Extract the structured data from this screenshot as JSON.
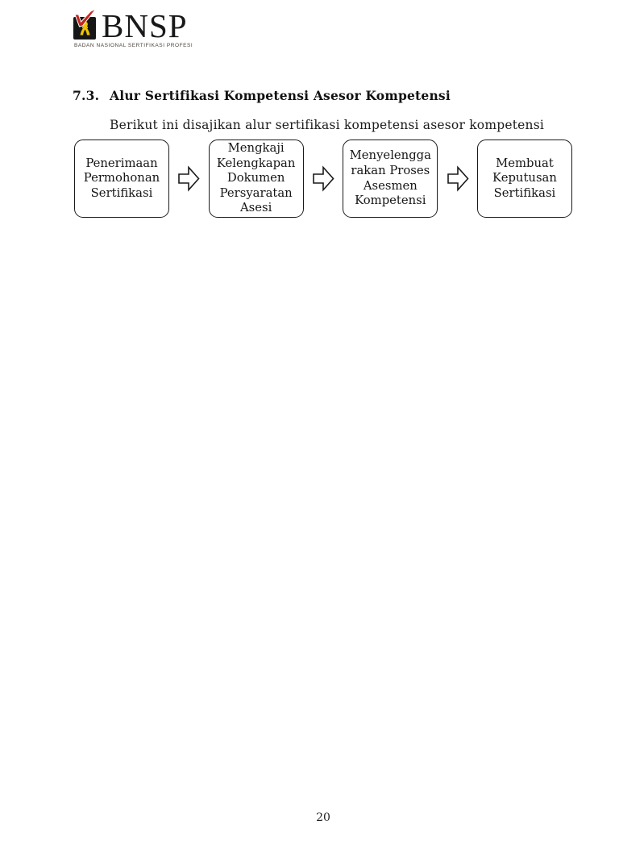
{
  "logo": {
    "wordmark": "BNSP",
    "tagline": "BADAN NASIONAL SERTIFIKASI PROFESI",
    "colors": {
      "square": "#161616",
      "figure": "#f2c400",
      "check": "#c4271c"
    }
  },
  "heading": {
    "number": "7.3.",
    "title": "Alur Sertifikasi Kompetensi Asesor Kompetensi"
  },
  "intro_text": "Berikut ini disajikan alur sertifikasi kompetensi asesor kompetensi",
  "flowchart": {
    "steps": [
      {
        "label": "Penerimaan Permohonan Sertifikasi"
      },
      {
        "label": "Mengkaji Kelengkapan Dokumen Persyaratan Asesi"
      },
      {
        "label": "Menyelengga rakan Proses Asesmen Kompetensi"
      },
      {
        "label": "Membuat Keputusan Sertifikasi"
      }
    ]
  },
  "page": {
    "number": "20"
  }
}
